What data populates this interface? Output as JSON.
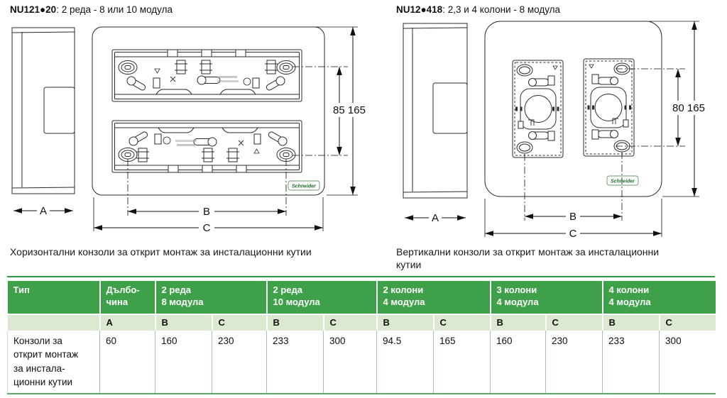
{
  "left_section": {
    "title_code": "NU121●20",
    "title_rest": ": 2 реда - 8 или 10 модула",
    "caption": "Хоризонтални конзоли за открит монтаж за инсталационни кутии",
    "diagram": {
      "dim_height": "85 165",
      "dim_depth": "A",
      "dim_b": "B",
      "dim_c": "C",
      "brand": "Schneider"
    }
  },
  "right_section": {
    "title_code": "NU12●418",
    "title_rest": ": 2,3 и 4 колони - 8 модула",
    "caption": "Вертикални конзоли за открит монтаж за инсталационни кутии",
    "diagram": {
      "dim_height": "80 165",
      "dim_depth": "A",
      "dim_b": "B",
      "dim_c": "C",
      "brand": "Schneider"
    }
  },
  "table": {
    "type_header": "Тип",
    "groups": [
      {
        "line1": "Дълбо-",
        "line2": "чина"
      },
      {
        "line1": "2 реда",
        "line2": "8 модула"
      },
      {
        "line1": "2 реда",
        "line2": "10 модула"
      },
      {
        "line1": "2 колони",
        "line2": "4 модула"
      },
      {
        "line1": "3 колони",
        "line2": "4 модула"
      },
      {
        "line1": "4 колони",
        "line2": "4 модула"
      }
    ],
    "sub_headers": [
      "A",
      "B",
      "C",
      "B",
      "C",
      "B",
      "C",
      "B",
      "C",
      "B",
      "C"
    ],
    "row_label_lines": [
      "Конзоли за",
      "открит монтаж",
      "за инстала-",
      "ционни кутии"
    ],
    "values": [
      "60",
      "160",
      "230",
      "233",
      "300",
      "94.5",
      "165",
      "160",
      "230",
      "233",
      "300"
    ]
  },
  "colors": {
    "header_green": "#3ea149",
    "subheader_green": "#dce8d0",
    "grid_green": "#a2c7a4",
    "topline_green": "#2d9c43"
  }
}
